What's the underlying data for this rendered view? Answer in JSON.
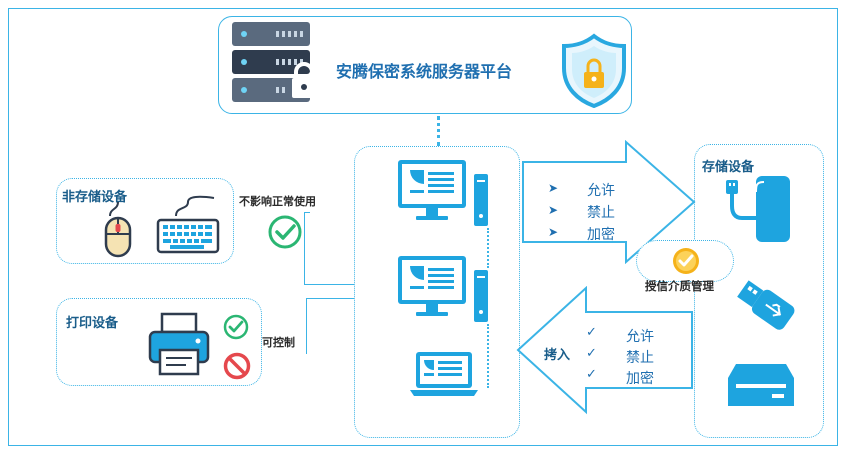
{
  "platform": {
    "title": "安腾保密系统服务器平台"
  },
  "non_storage": {
    "label": "非存储设备",
    "note": "不影响正常使用"
  },
  "printer": {
    "label": "打印设备",
    "note": "可控制"
  },
  "storage": {
    "label": "存储设备",
    "badge": "授信介质管理"
  },
  "out_arrow": {
    "items": [
      "允许",
      "禁止",
      "加密"
    ]
  },
  "in_arrow": {
    "label": "拷入",
    "items": [
      "允许",
      "禁止",
      "加密"
    ]
  },
  "colors": {
    "accent": "#3bb4e6",
    "dark": "#1f6fb0",
    "green": "#2bb673",
    "red": "#e5484d",
    "yellow": "#f5b21a"
  }
}
